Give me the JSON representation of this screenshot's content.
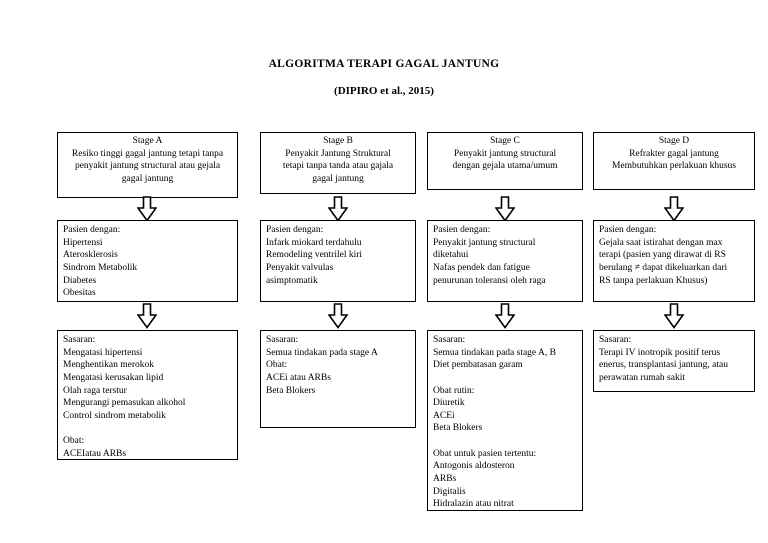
{
  "title": {
    "line1": "ALGORITMA TERAPI GAGAL JANTUNG",
    "line2": "(DIPIRO et al., 2015)"
  },
  "colors": {
    "page_bg": "#ffffff",
    "box_border": "#000000",
    "text": "#000000",
    "arrow_fill": "#ffffff",
    "arrow_stroke": "#000000"
  },
  "icons": {
    "down_arrow": "block-down-arrow"
  },
  "stages": [
    {
      "id": "Stage A",
      "header": [
        "Stage A",
        "Resiko tinggi gagal jantung tetapi tanpa",
        "penyakit jantung structural atau gejala",
        "gagal jantung"
      ],
      "patient": [
        "Pasien dengan:",
        "Hipertensi",
        "Aterosklerosis",
        "Sindrom Metabolik",
        "Diabetes",
        "Obesitas"
      ],
      "goal": [
        "Sasaran:",
        "Mengatasi hipertensi",
        "Menghentikan merokok",
        "Mengatasi kerusakan lipid",
        "Olah raga terstur",
        "Mengurangi pemasukan alkohol",
        "Control sindrom metabolik",
        "",
        "Obat:",
        "ACEIatau ARBs"
      ]
    },
    {
      "id": "Stage B",
      "header": [
        "Stage B",
        "Penyakit Jantung Struktural",
        "tetapi tanpa tanda atau gajala",
        "gagal jantung"
      ],
      "patient": [
        "Pasien dengan:",
        "Infark miokard terdahulu",
        "Remodeling ventrilel kiri",
        "Penyakit valvulas",
        "asimptomatik"
      ],
      "goal": [
        "Sasaran:",
        "Semua tindakan pada stage A",
        "Obat:",
        "ACEi atau ARBs",
        "Beta Blokers"
      ]
    },
    {
      "id": "Stage C",
      "header": [
        "Stage C",
        "Penyakit jantung structural",
        "dengan gejala utama/umum"
      ],
      "patient": [
        "Pasien dengan:",
        "Penyakit jantung structural",
        "diketahui",
        "Nafas pendek dan fatigue",
        "penurunan toleransi oleh raga"
      ],
      "goal": [
        "Sasaran:",
        "Semua tindakan pada stage A, B",
        "Diet pembatasan garam",
        "",
        "Obat rutin:",
        "Diuretik",
        "ACEi",
        "Beta Blokers",
        "",
        "Obat untuk pasien tertentu:",
        "Antogonis aldosteron",
        "ARBs",
        "Digitalis",
        "Hidralazin atau nitrat"
      ]
    },
    {
      "id": "Stage D",
      "header": [
        "Stage D",
        "Refrakter gagal jantung",
        "Membutuhkan perlakuan khusus"
      ],
      "patient": [
        "Pasien dengan:",
        "Gejala saat istirahat dengan max",
        "terapi (pasien yang dirawat di RS",
        "berulang ≠ dapat dikeluarkan dari",
        "RS tanpa perlakuan Khusus)"
      ],
      "goal": [
        "Sasaran:",
        "Terapi IV inotropik positif terus",
        "enerus, transplantasi jantung, atau",
        "perawatan rumah sakit"
      ]
    }
  ]
}
